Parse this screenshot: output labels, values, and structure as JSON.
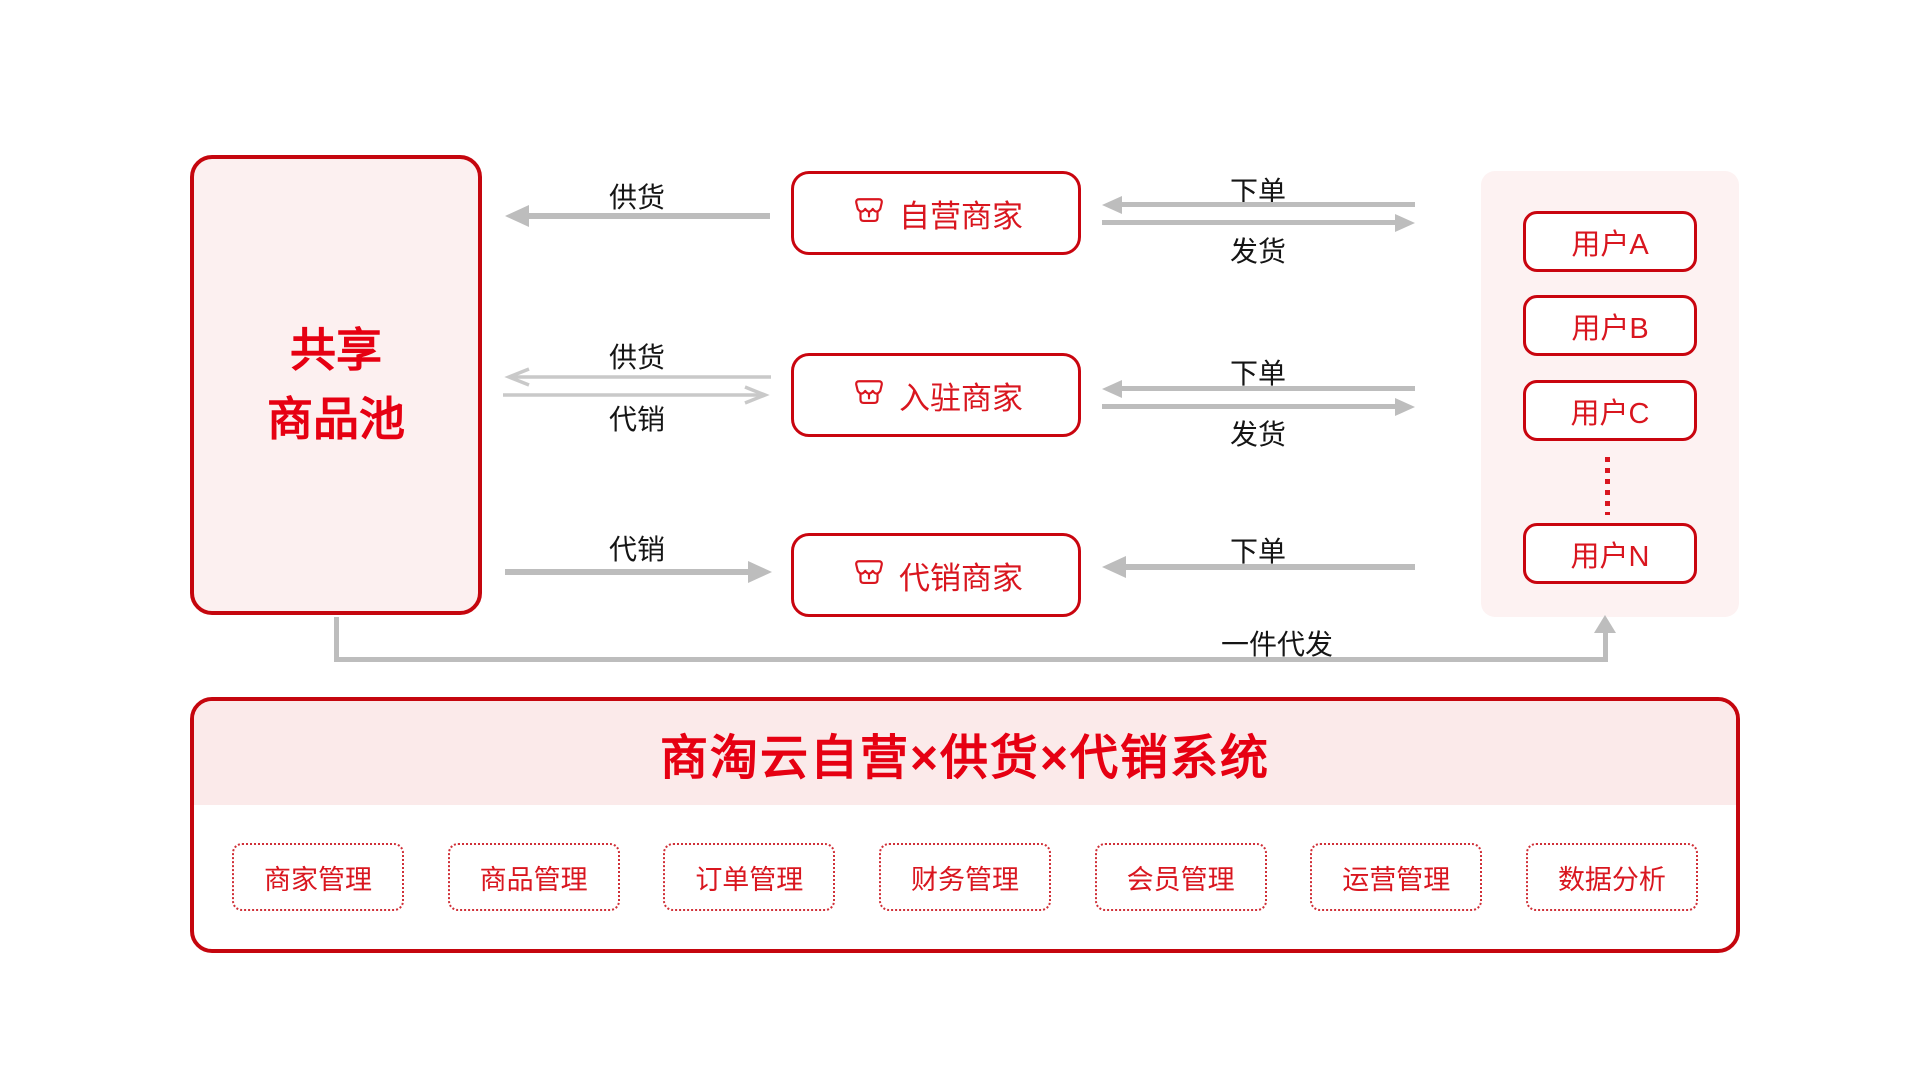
{
  "colors": {
    "border_red": "#c5060e",
    "text_red": "#d9161f",
    "title_red": "#e60012",
    "pink_fill": "#fcf0f0",
    "panel_pink": "#fdf2f2",
    "header_pink": "#fbeaea",
    "arrow_gray": "#bdbdbd",
    "thin_arrow_gray": "#c9c9c9"
  },
  "pool": {
    "line1": "共享",
    "line2": "商品池"
  },
  "merchants": [
    {
      "label": "自营商家",
      "icon": "storefront-icon"
    },
    {
      "label": "入驻商家",
      "icon": "storefront-icon"
    },
    {
      "label": "代销商家",
      "icon": "storefront-icon"
    }
  ],
  "left_flows": {
    "row1": {
      "label": "供货",
      "direction": "left"
    },
    "row2": {
      "top_label": "供货",
      "bottom_label": "代销",
      "top_direction": "left",
      "bottom_direction": "right"
    },
    "row3": {
      "label": "代销",
      "direction": "right"
    }
  },
  "right_flows": {
    "row1": {
      "top_label": "下单",
      "bottom_label": "发货",
      "top_direction": "left",
      "bottom_direction": "right"
    },
    "row2": {
      "top_label": "下单",
      "bottom_label": "发货",
      "top_direction": "left",
      "bottom_direction": "right"
    },
    "row3": {
      "label": "下单",
      "direction": "left"
    }
  },
  "users": {
    "items": [
      "用户A",
      "用户B",
      "用户C",
      "用户N"
    ],
    "ellipsis": "⋮"
  },
  "dropship": {
    "label": "一件代发"
  },
  "system": {
    "title": "商淘云自营×供货×代销系统",
    "modules": [
      "商家管理",
      "商品管理",
      "订单管理",
      "财务管理",
      "会员管理",
      "运营管理",
      "数据分析"
    ]
  }
}
